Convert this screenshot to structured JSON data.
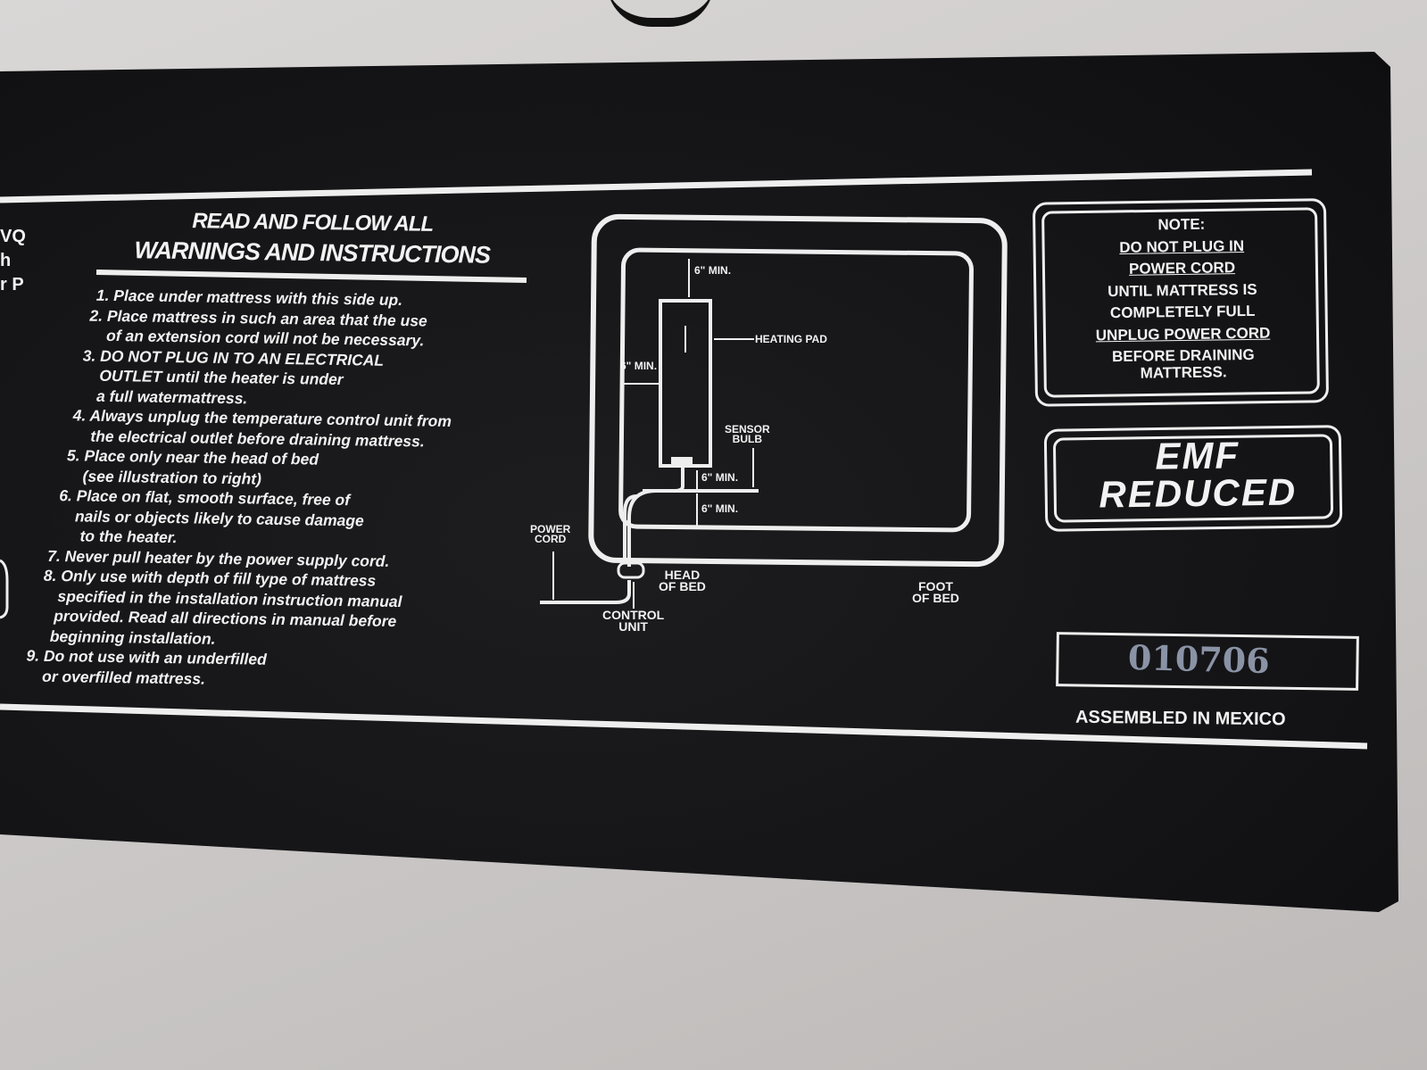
{
  "edge_text": [
    "VQ",
    "h",
    "r P"
  ],
  "warnings": {
    "title_line1": "READ AND FOLLOW ALL",
    "title_line2": "WARNINGS AND INSTRUCTIONS",
    "lines": [
      "1. Place under mattress with this side up.",
      "2. Place mattress in such an area that the use",
      "of an extension cord will not be necessary.",
      "3. DO NOT PLUG IN TO AN ELECTRICAL",
      "OUTLET until the heater is under",
      "a full watermattress.",
      "4. Always unplug the temperature control unit from",
      "the electrical outlet before draining mattress.",
      "5. Place only near the head of bed",
      "(see illustration to right)",
      "6. Place on flat, smooth surface, free of",
      "nails or objects likely to cause damage",
      "to the heater.",
      "7. Never pull heater by the power supply cord.",
      "8. Only use with depth of fill type of mattress",
      "specified in the installation instruction manual",
      "provided. Read all directions in manual before",
      "beginning installation.",
      "9. Do not use with an underfilled",
      "or overfilled mattress."
    ]
  },
  "diagram": {
    "min_top": "6\" MIN.",
    "min_left": "6\" MIN.",
    "min_sensor": "6\" MIN.",
    "min_bottom": "6\" MIN.",
    "heating_pad": "HEATING PAD",
    "sensor_bulb": [
      "SENSOR",
      "BULB"
    ],
    "power_cord": [
      "POWER",
      "CORD"
    ],
    "head_of_bed": [
      "HEAD",
      "OF BED"
    ],
    "foot_of_bed": [
      "FOOT",
      "OF BED"
    ],
    "control_unit": [
      "CONTROL",
      "UNIT"
    ]
  },
  "note": {
    "lines": [
      "NOTE:",
      "DO NOT PLUG IN",
      "POWER CORD",
      "UNTIL MATTRESS IS",
      "COMPLETELY FULL",
      "UNPLUG POWER CORD",
      "BEFORE DRAINING",
      "MATTRESS."
    ]
  },
  "emf": {
    "line1": "EMF",
    "line2": "REDUCED"
  },
  "serial": "010706",
  "assembled": "ASSEMBLED IN MEXICO",
  "colors": {
    "pad": "#141416",
    "print": "#f2f2f2",
    "serial_ink": "#8a93a6",
    "surface": "#cfcccb"
  }
}
